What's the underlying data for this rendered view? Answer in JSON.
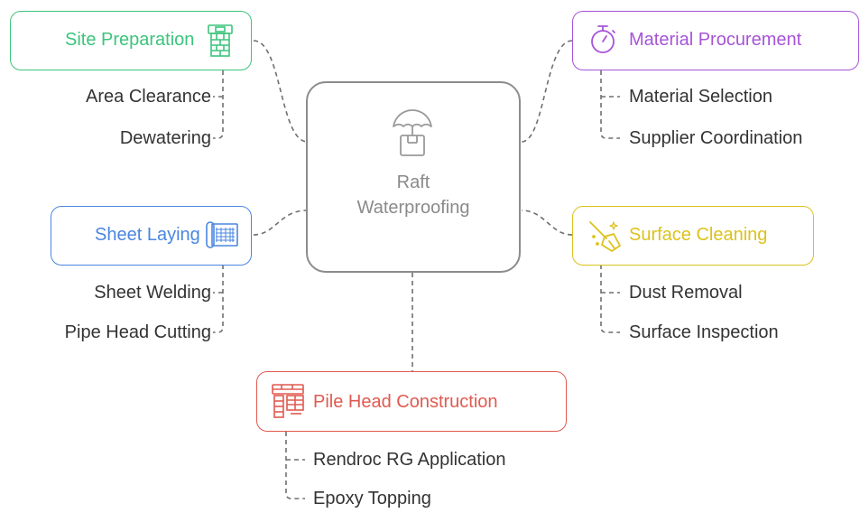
{
  "center": {
    "title_line1": "Raft",
    "title_line2": "Waterproofing",
    "icon": "umbrella-box-icon"
  },
  "branches": {
    "site_preparation": {
      "label": "Site Preparation",
      "color": "#3cc47c",
      "icon": "brick-wall-icon",
      "items": [
        "Area Clearance",
        "Dewatering"
      ]
    },
    "material_procurement": {
      "label": "Material Procurement",
      "color": "#a654d8",
      "icon": "stopwatch-icon",
      "items": [
        "Material Selection",
        "Supplier Coordination"
      ]
    },
    "sheet_laying": {
      "label": "Sheet Laying",
      "color": "#4a86e0",
      "icon": "sheet-roll-icon",
      "items": [
        "Sheet Welding",
        "Pipe Head Cutting"
      ]
    },
    "surface_cleaning": {
      "label": "Surface Cleaning",
      "color": "#dcc21c",
      "icon": "broom-icon",
      "items": [
        "Dust Removal",
        "Surface Inspection"
      ]
    },
    "pile_head_construction": {
      "label": "Pile Head Construction",
      "color": "#e05a50",
      "icon": "pile-structure-icon",
      "items": [
        "Rendroc RG Application",
        "Epoxy Topping"
      ]
    }
  }
}
